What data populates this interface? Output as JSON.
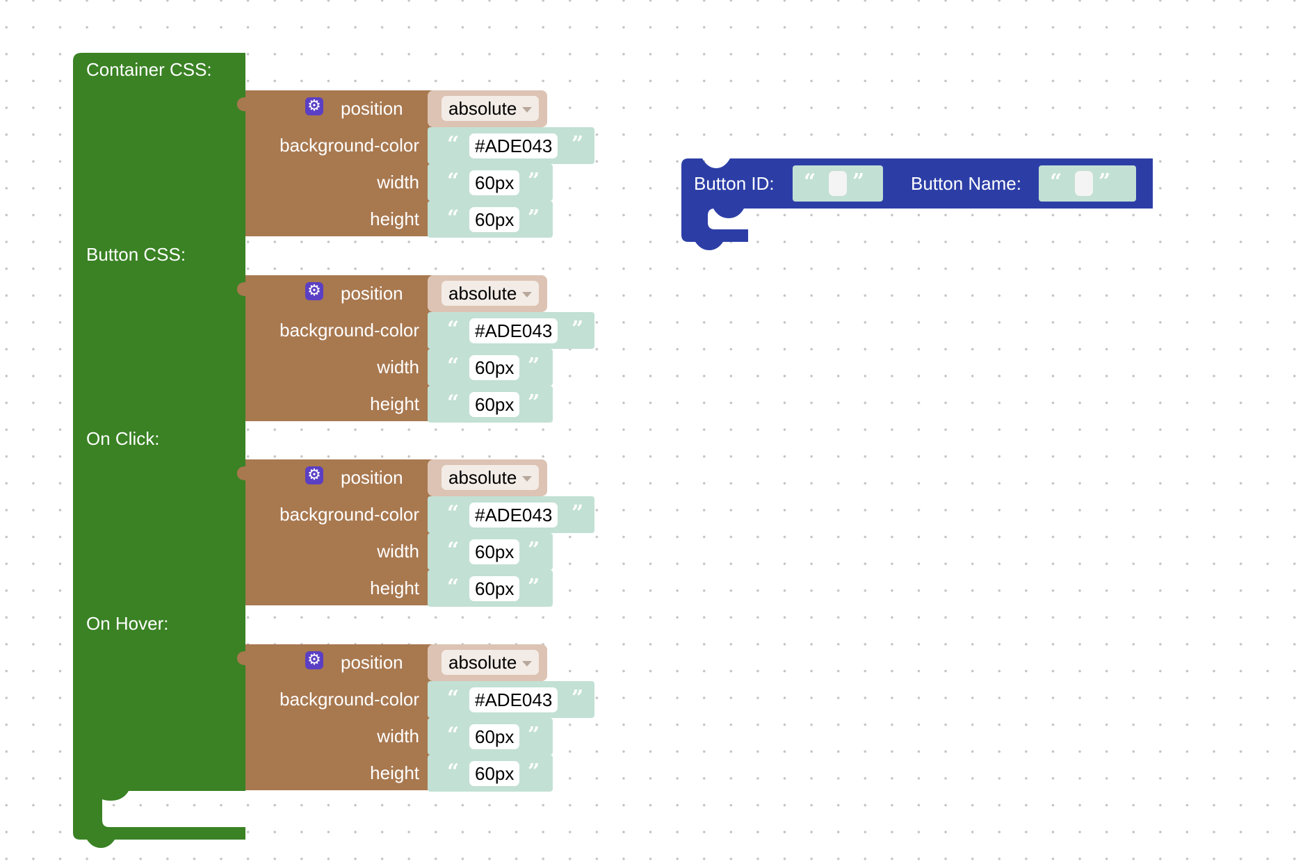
{
  "colors": {
    "container_block": "#3a8224",
    "property_block": "#a8784f",
    "dropdown_socket": "#dcc3b3",
    "text_socket": "#c2e0d4",
    "button_block": "#2c3ea6",
    "gear_icon": "#5b3fc4"
  },
  "container_block": {
    "sections": [
      {
        "label": "Container CSS:",
        "props": {
          "position_label": "position",
          "position_value": "absolute",
          "bg_label": "background-color",
          "bg_value": "#ADE043",
          "width_label": "width",
          "width_value": "60px",
          "height_label": "height",
          "height_value": "60px"
        }
      },
      {
        "label": "Button CSS:",
        "props": {
          "position_label": "position",
          "position_value": "absolute",
          "bg_label": "background-color",
          "bg_value": "#ADE043",
          "width_label": "width",
          "width_value": "60px",
          "height_label": "height",
          "height_value": "60px"
        }
      },
      {
        "label": "On Click:",
        "props": {
          "position_label": "position",
          "position_value": "absolute",
          "bg_label": "background-color",
          "bg_value": "#ADE043",
          "width_label": "width",
          "width_value": "60px",
          "height_label": "height",
          "height_value": "60px"
        }
      },
      {
        "label": "On Hover:",
        "props": {
          "position_label": "position",
          "position_value": "absolute",
          "bg_label": "background-color",
          "bg_value": "#ADE043",
          "width_label": "width",
          "width_value": "60px",
          "height_label": "height",
          "height_value": "60px"
        }
      }
    ]
  },
  "button_block": {
    "id_label": "Button ID:",
    "id_value": "",
    "name_label": "Button Name:",
    "name_value": ""
  },
  "icons": {
    "gear": "gear-icon",
    "dropdown_arrow": "chevron-down-icon",
    "open_quote": "open-quote-icon",
    "close_quote": "close-quote-icon"
  }
}
